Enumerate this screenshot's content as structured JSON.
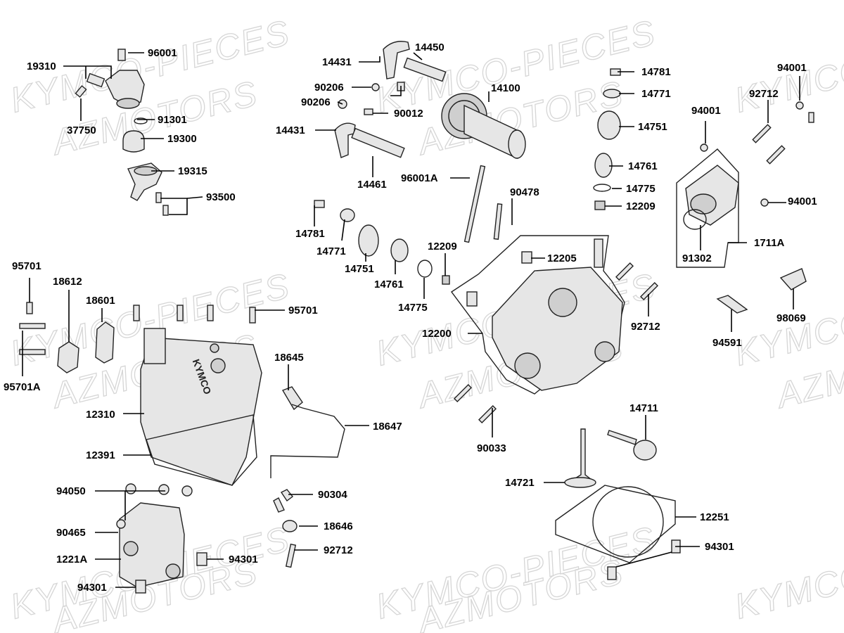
{
  "watermark": {
    "line1": "KYMCO-PIECES",
    "line2": "AZMOTORS"
  },
  "labels": {
    "p96001": "96001",
    "p19310": "19310",
    "p91301": "91301",
    "p37750": "37750",
    "p19300": "19300",
    "p19315": "19315",
    "p93500": "93500",
    "p14431a": "14431",
    "p14450": "14450",
    "p90206a": "90206",
    "p90206b": "90206",
    "p14100": "14100",
    "p90012": "90012",
    "p14431b": "14431",
    "p14461": "14461",
    "p96001A": "96001A",
    "p90478": "90478",
    "p14781a": "14781",
    "p14771a": "14771",
    "p14751a": "14751",
    "p14761a": "14761",
    "p12209a": "12209",
    "p14775a": "14775",
    "p12205": "12205",
    "p12200": "12200",
    "p14781b": "14781",
    "p14771b": "14771",
    "p14751b": "14751",
    "p14761b": "14761",
    "p14775b": "14775",
    "p12209b": "12209",
    "p94001a": "94001",
    "p94001b": "94001",
    "p92712a": "92712",
    "p94001c": "94001",
    "p1711A": "1711A",
    "p91302": "91302",
    "p92712b": "92712",
    "p98069": "98069",
    "p94591": "94591",
    "p95701a": "95701",
    "p18612": "18612",
    "p18601": "18601",
    "p95701b": "95701",
    "p95701A": "95701A",
    "p18645": "18645",
    "p12310": "12310",
    "p18647": "18647",
    "p12391": "12391",
    "p90304": "90304",
    "p18646": "18646",
    "p92712c": "92712",
    "p94050": "94050",
    "p90465": "90465",
    "p1221A": "1221A",
    "p94301a": "94301",
    "p94301b": "94301",
    "p90033": "90033",
    "p14711": "14711",
    "p14721": "14721",
    "p12251": "12251",
    "p94301c": "94301"
  }
}
